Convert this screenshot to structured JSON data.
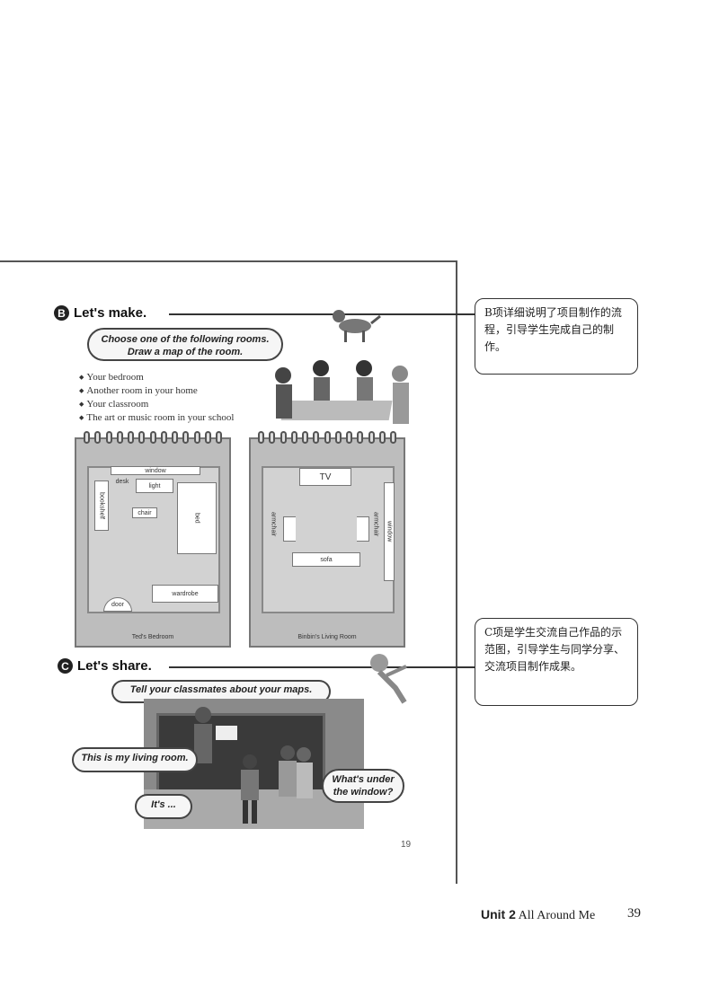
{
  "section_b": {
    "letter": "B",
    "title": "Let's make.",
    "bubble_line1": "Choose one of the following rooms.",
    "bubble_line2": "Draw a map of the room.",
    "bullets": [
      "Your bedroom",
      "Another room in your home",
      "Your classroom",
      "The art or music room in your school"
    ]
  },
  "ted_map": {
    "caption": "Ted's Bedroom",
    "window": "window",
    "desk": "desk",
    "light": "light",
    "bookshelf": "bookshelf",
    "chair": "chair",
    "bed": "bed",
    "door": "door",
    "wardrobe": "wardrobe"
  },
  "binbin_map": {
    "caption": "Binbin's Living Room",
    "tv": "TV",
    "armchair_left": "armchair",
    "armchair_right": "armchair",
    "sofa": "sofa",
    "window": "window"
  },
  "section_c": {
    "letter": "C",
    "title": "Let's share.",
    "bubble_tell": "Tell your classmates about your maps.",
    "bubble_living": "This is my living room.",
    "bubble_its": "It's ...",
    "bubble_under_1": "What's under",
    "bubble_under_2": "the window?"
  },
  "inner_page_number": "19",
  "callout_b": "B项详细说明了项目制作的流程，引导学生完成自己的制作。",
  "callout_c": "C项是学生交流自己作品的示范图，引导学生与同学分享、交流项目制作成果。",
  "footer": {
    "unit": "Unit 2",
    "title": "All Around Me",
    "page": "39"
  }
}
